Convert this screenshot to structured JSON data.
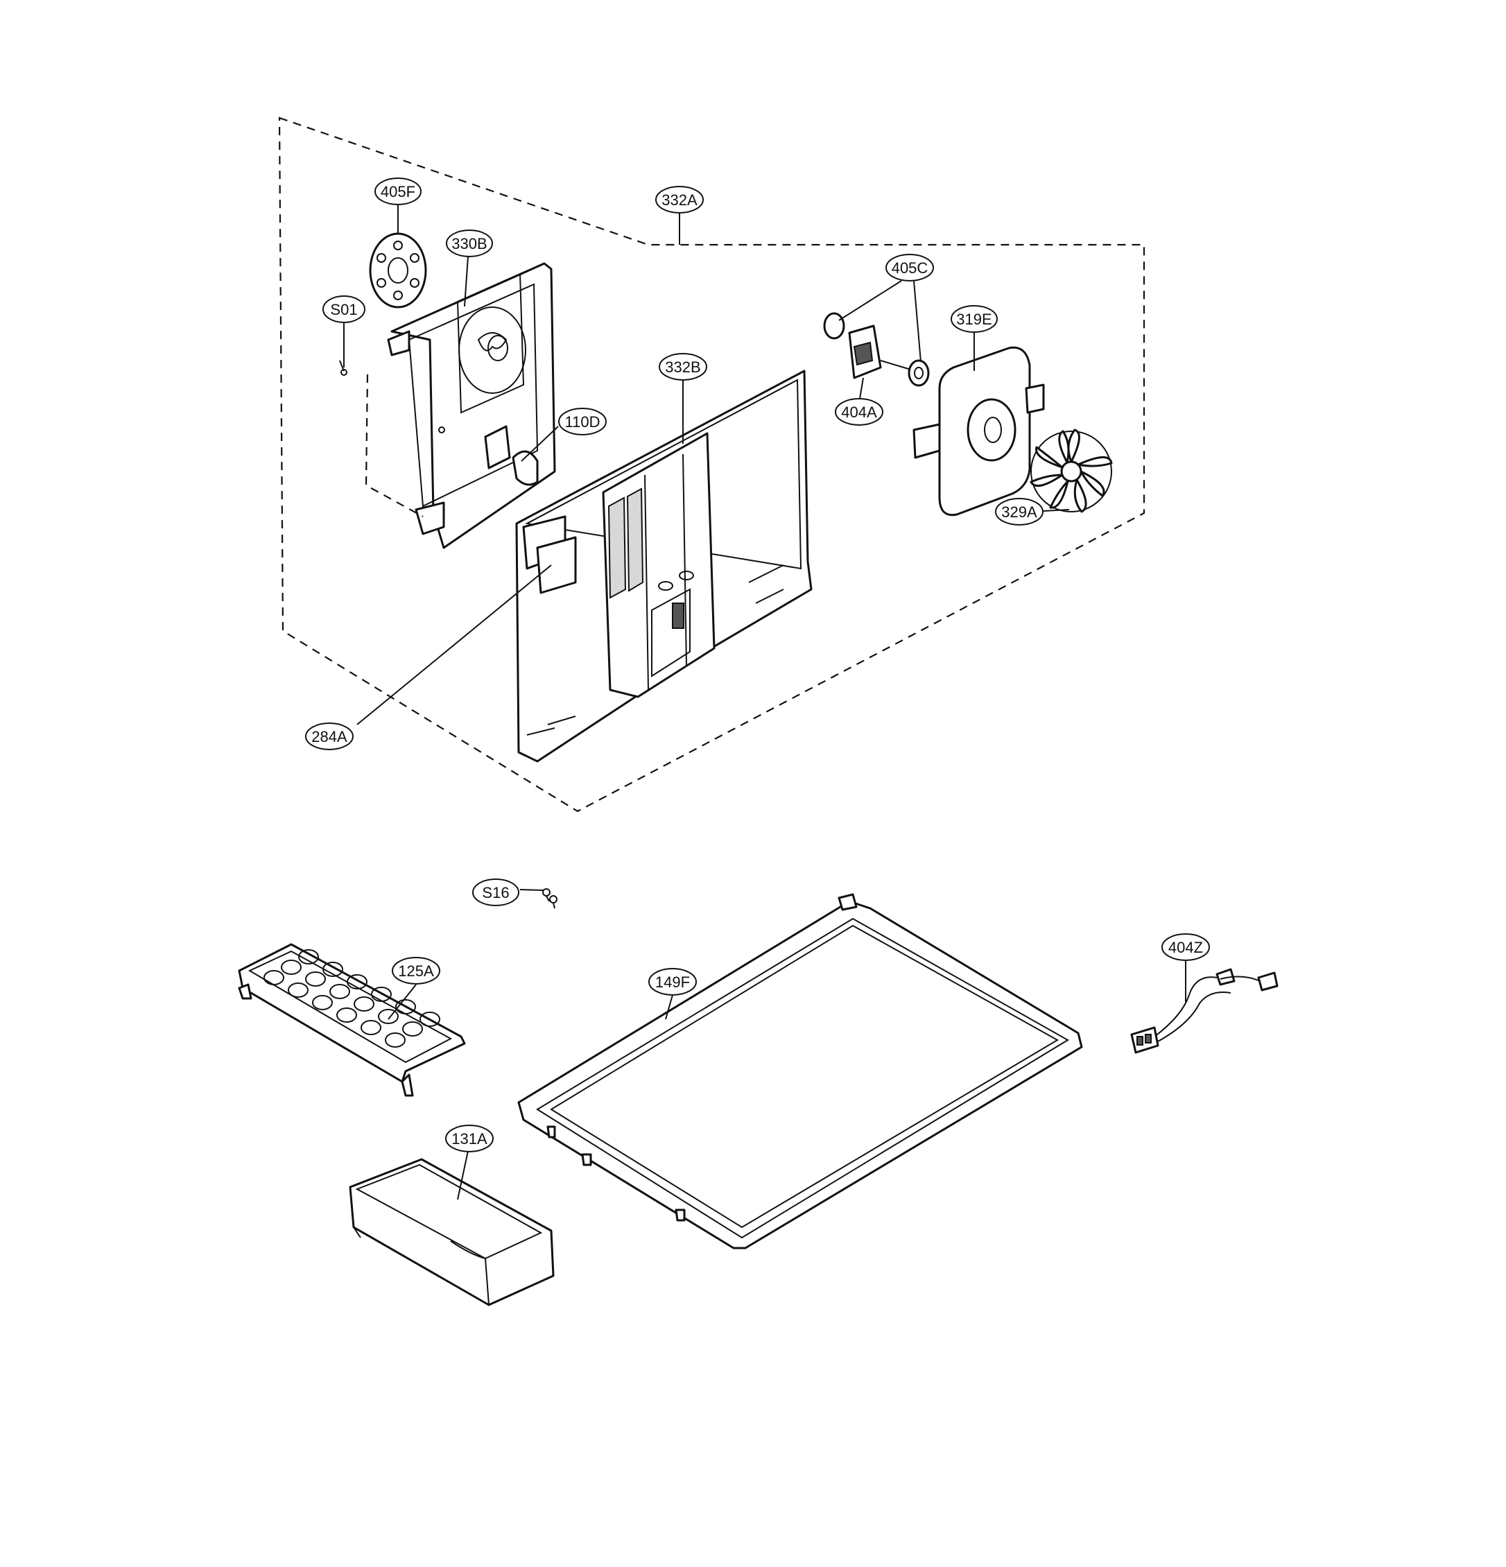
{
  "callouts": [
    {
      "id": "405F",
      "label": "405F"
    },
    {
      "id": "330B",
      "label": "330B"
    },
    {
      "id": "S01",
      "label": "S01"
    },
    {
      "id": "332A",
      "label": "332A"
    },
    {
      "id": "332B",
      "label": "332B"
    },
    {
      "id": "110D",
      "label": "110D"
    },
    {
      "id": "405C",
      "label": "405C"
    },
    {
      "id": "319E",
      "label": "319E"
    },
    {
      "id": "404A",
      "label": "404A"
    },
    {
      "id": "329A",
      "label": "329A"
    },
    {
      "id": "284A",
      "label": "284A"
    },
    {
      "id": "S16",
      "label": "S16"
    },
    {
      "id": "125A",
      "label": "125A"
    },
    {
      "id": "149F",
      "label": "149F"
    },
    {
      "id": "404Z",
      "label": "404Z"
    },
    {
      "id": "131A",
      "label": "131A"
    }
  ]
}
